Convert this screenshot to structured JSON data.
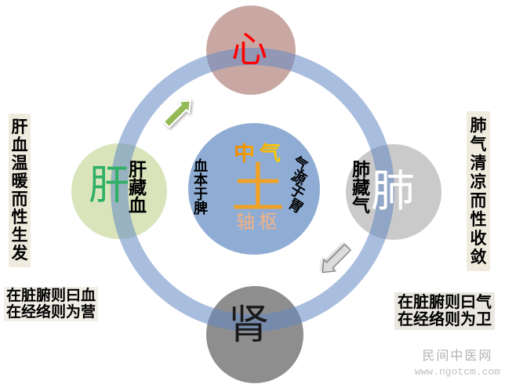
{
  "diagram": {
    "center": {
      "title_top": "中气",
      "title_main": "土",
      "title_bottom": "轴枢",
      "left_note": "血本于脾",
      "right_note": "气源于胃",
      "circle_color": "#8fadd4",
      "title_top_color_start": "#f28500",
      "title_top_color_end": "#ffd800",
      "title_main_color": "#f0a228",
      "title_bottom_color": "#f2b185"
    },
    "ring_color": "#a9bede",
    "organs": {
      "heart": {
        "label": "心",
        "label_color": "#ff0000",
        "circle_color": "#c9a8a4"
      },
      "liver": {
        "label": "肝",
        "note": "肝藏血",
        "label_color": "#2fb066",
        "circle_color": "#d9e4bb"
      },
      "lung": {
        "label": "肺",
        "note": "肺藏气",
        "label_color": "#ffffff",
        "circle_color": "#cacaca"
      },
      "kidney": {
        "label": "肾",
        "label_color": "#1a1a1a",
        "circle_color": "#8e8e8e"
      }
    }
  },
  "annotations": {
    "left_vertical": "肝血温暖而性生发",
    "right_vertical": "肺气清凉而性收敛",
    "bottom_left": {
      "line1": "在脏腑则曰血",
      "line2": "在经络则为营"
    },
    "bottom_right": {
      "line1": "在脏腑则曰气",
      "line2": "在经络则为卫"
    }
  },
  "icons": {
    "up_right_arrow": {
      "name": "up-right-arrow-icon",
      "color": "#94ba55"
    },
    "down_left_arrow": {
      "name": "down-left-arrow-icon",
      "color": "#dcdcdc"
    }
  },
  "watermark": {
    "site_name": "民间中医网",
    "site_url": "www.ngotcm.com"
  }
}
